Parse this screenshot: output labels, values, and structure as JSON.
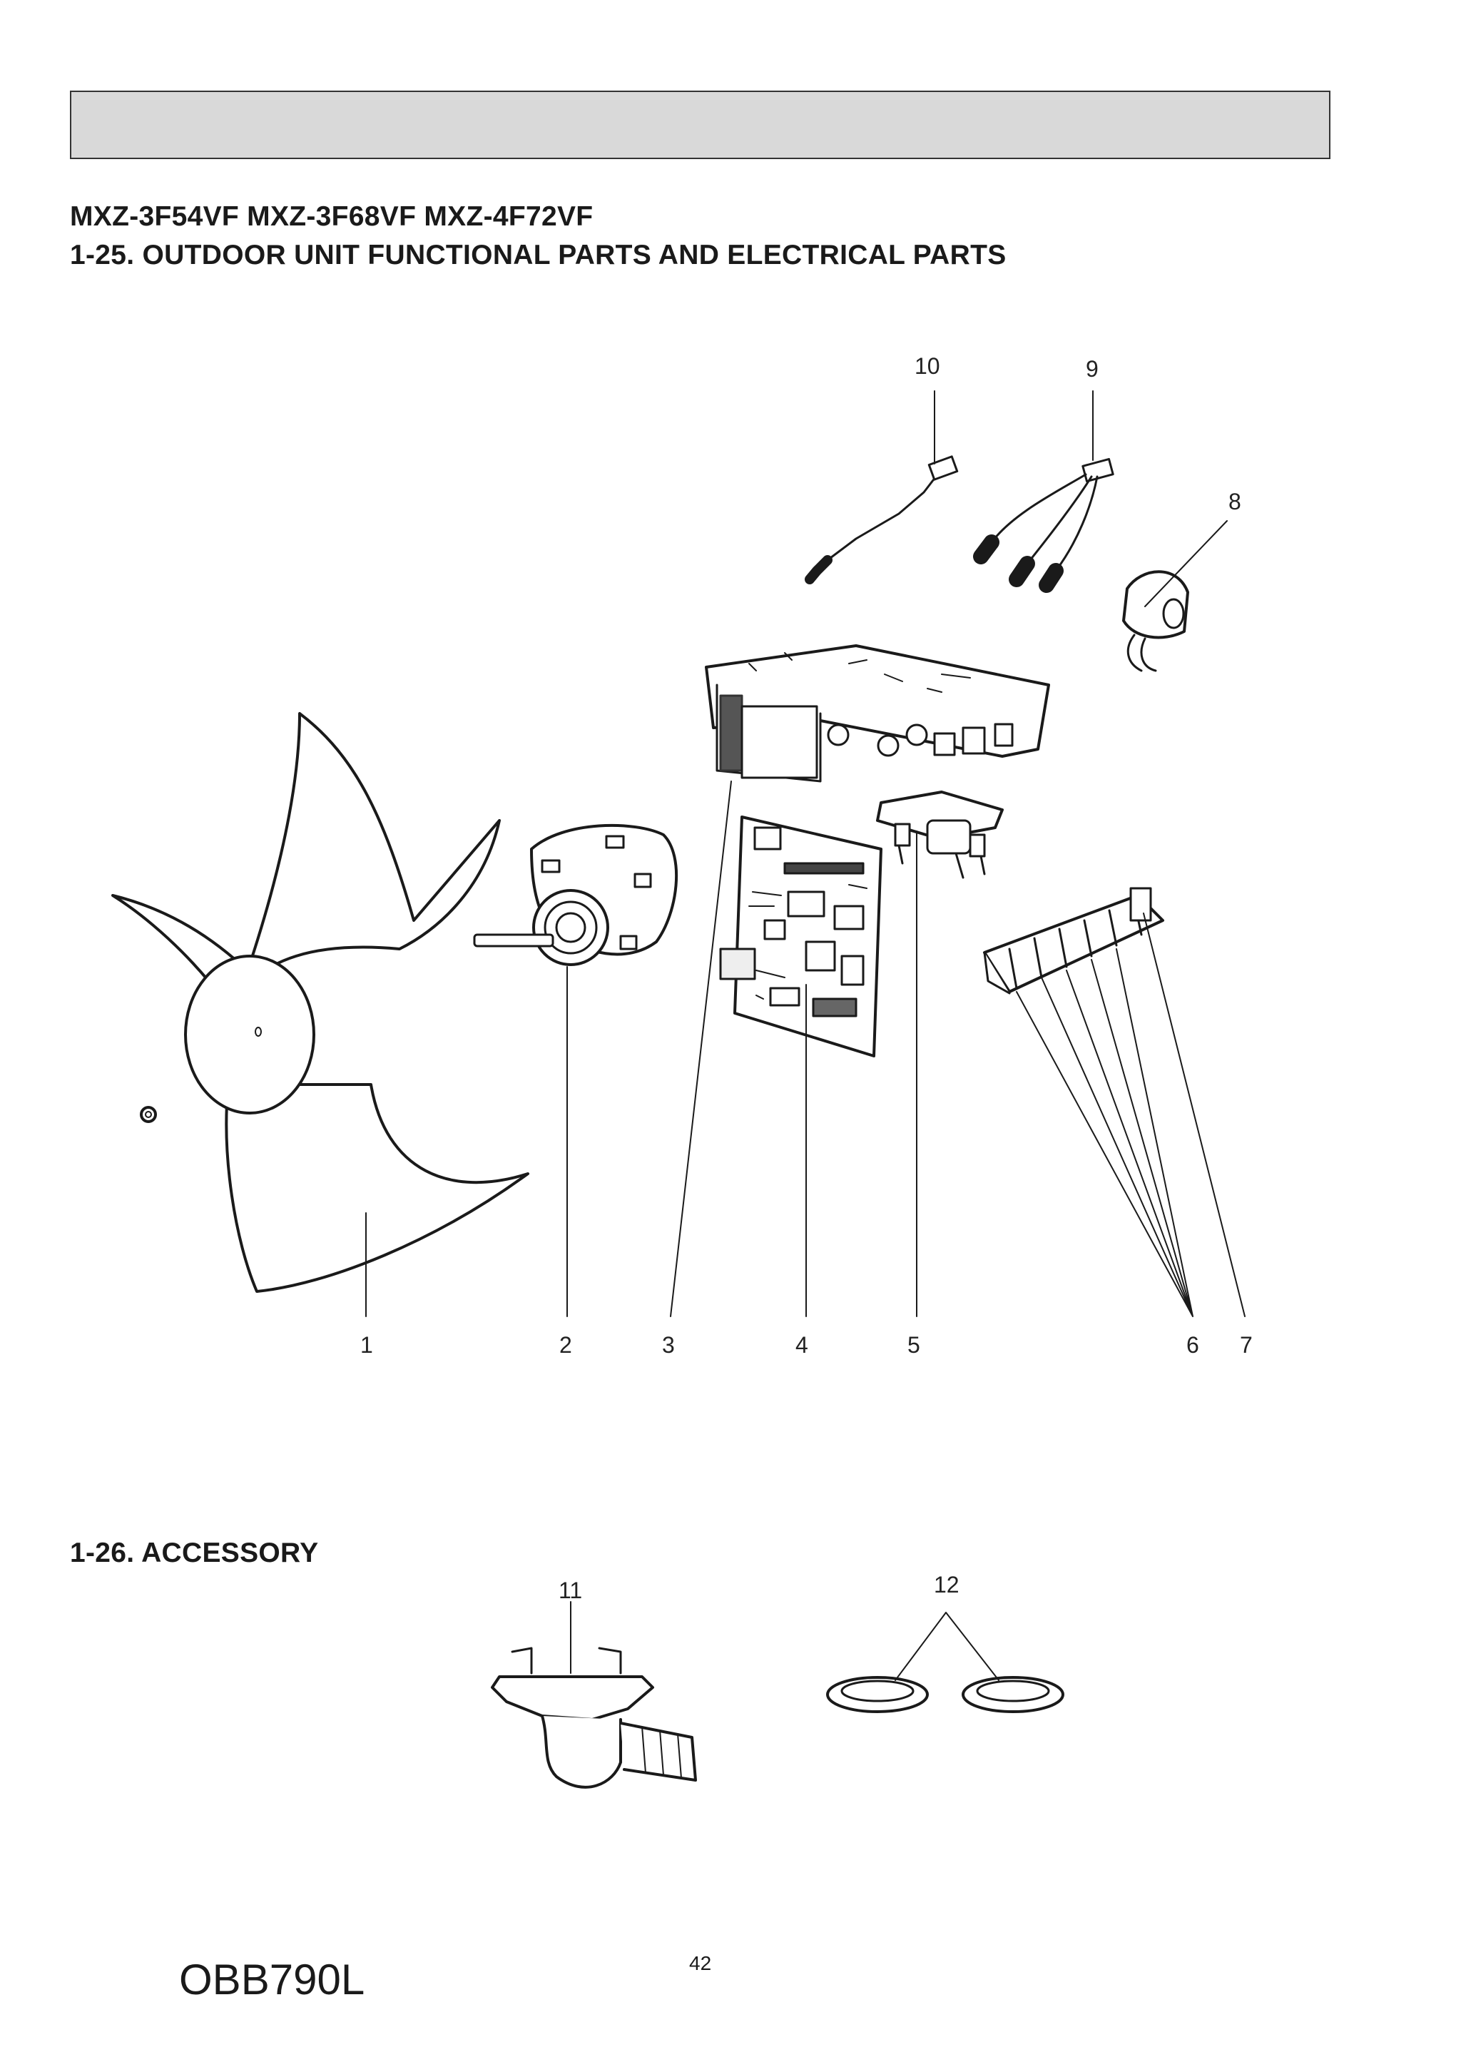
{
  "header": {
    "models": "MXZ-3F54VF  MXZ-3F68VF  MXZ-4F72VF",
    "section_title": "1-25. OUTDOOR UNIT FUNCTIONAL PARTS AND ELECTRICAL PARTS"
  },
  "accessory": {
    "title": "1-26. ACCESSORY"
  },
  "callouts": {
    "c1": "1",
    "c2": "2",
    "c3": "3",
    "c4": "4",
    "c5": "5",
    "c6": "6",
    "c7": "7",
    "c8": "8",
    "c9": "9",
    "c10": "10",
    "c11": "11",
    "c12": "12"
  },
  "footer": {
    "doc_code": "OBB790L",
    "page_number": "42"
  }
}
